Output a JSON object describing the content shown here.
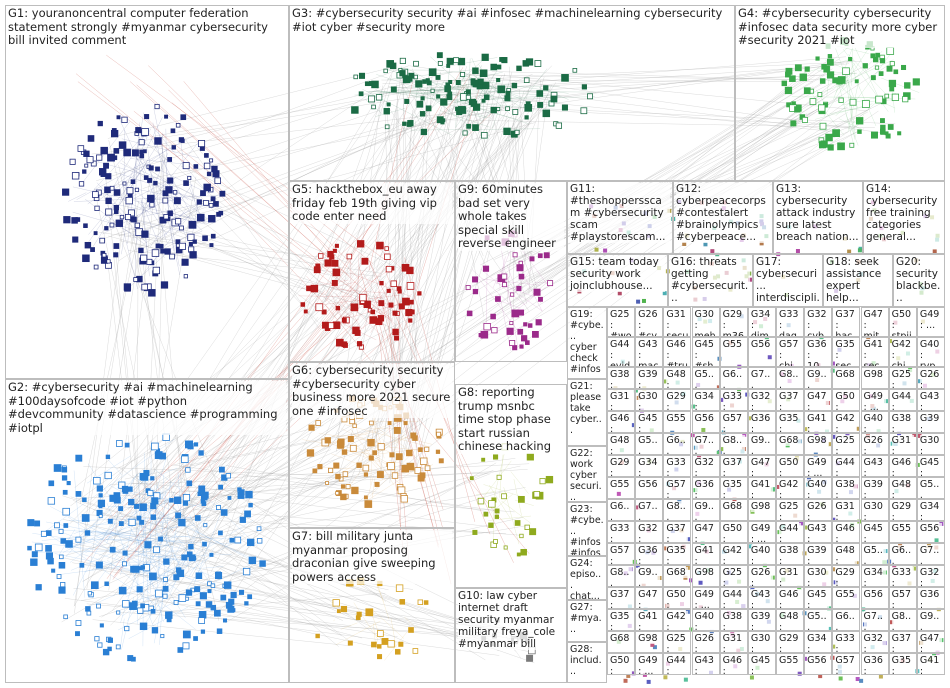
{
  "groups": [
    {
      "id": "G1",
      "label": "G1: youranoncentral computer federation statement strongly #myanmar cybersecurity bill invited comment",
      "color": "#1f2a7a"
    },
    {
      "id": "G2",
      "label": "G2: #cybersecurity #ai #machinelearning #100daysofcode #iot #python #devcommunity #datascience #programming #iotpl",
      "color": "#2a7fd4"
    },
    {
      "id": "G3",
      "label": "G3: #cybersecurity security #ai #infosec #machinelearning cybersecurity #iot cyber #security more",
      "color": "#1b6b45"
    },
    {
      "id": "G4",
      "label": "G4: #cybersecurity cybersecurity #infosec data security more cyber #security 2021 #iot",
      "color": "#3aa84a"
    },
    {
      "id": "G5",
      "label": "G5: hackthebox_eu away friday feb 19th giving vip code enter need",
      "color": "#b31b1b"
    },
    {
      "id": "G6",
      "label": "G6: cybersecurity security #cybersecurity cyber business more 2021 secure one #infosec",
      "color": "#c98a3a"
    },
    {
      "id": "G7",
      "label": "G7: bill military junta myanmar proposing draconian give sweeping powers access",
      "color": "#d4a020"
    },
    {
      "id": "G8",
      "label": "G8: reporting trump msnbc time stop phase start russian chinese hacking",
      "color": "#8faa1e"
    },
    {
      "id": "G9",
      "label": "G9: 60minutes bad set very whole takes special skill reverse engineer",
      "color": "#9b2a8a"
    },
    {
      "id": "G10",
      "label": "G10: law cyber internet draft security myanmar military freya_cole #myanmar bill",
      "color": "#7a7a7a"
    },
    {
      "id": "G11",
      "label": "G11: #theshoppersscam #cybersecurity scam #playstorescam...",
      "color": "#5a5a5a"
    },
    {
      "id": "G12",
      "label": "G12: cyberpeacecorps #contestalert #brainolympics #cyberpeace...",
      "color": "#4f7f3a"
    },
    {
      "id": "G13",
      "label": "G13: cybersecurity attack industry sure latest breach nation...",
      "color": "#5a5aa0"
    },
    {
      "id": "G14",
      "label": "G14: cybersecurity free training categories general...",
      "color": "#4a6aa0"
    },
    {
      "id": "G15",
      "label": "G15: team today security work joinclubhouse...",
      "color": "#6a8a6a"
    },
    {
      "id": "G16",
      "label": "G16: threats getting #cybersecurit...",
      "color": "#3a7a5a"
    },
    {
      "id": "G17",
      "label": "G17: cybersecuri... interdiscipli...",
      "color": "#6a6aa0"
    },
    {
      "id": "G18",
      "label": "G18: seek assistance expert help...",
      "color": "#7a6a3a"
    },
    {
      "id": "G20",
      "label": "G20: security blackbe...",
      "color": "#3a8a9a"
    },
    {
      "id": "G19",
      "label": "G19: #cybe... cyber check #infos",
      "color": "#7a4a7a"
    },
    {
      "id": "G21",
      "label": "G21: please take cyber...",
      "color": "#8a5a3a"
    },
    {
      "id": "G22",
      "label": "G22: work cyber securi...",
      "color": "#5a7a8a"
    },
    {
      "id": "G23",
      "label": "G23: #cybe... #infos #infos",
      "color": "#7a7a3a"
    },
    {
      "id": "G24",
      "label": "G24: episo... chat...",
      "color": "#6a4a8a"
    },
    {
      "id": "G27",
      "label": "G27: #mya...",
      "color": "#4a6a8a"
    },
    {
      "id": "G28",
      "label": "G28: includ...",
      "color": "#6a6a6a"
    }
  ],
  "small_groups": [
    {
      "label": "G25: #wome..."
    },
    {
      "label": "G26: #cyber..."
    },
    {
      "label": "G31: securit..."
    },
    {
      "label": "G30: mehdi..."
    },
    {
      "label": "G29: m365..."
    },
    {
      "label": "G34: dime..."
    },
    {
      "label": "G33: dag..."
    },
    {
      "label": "G32: cyber..."
    },
    {
      "label": "G37: hac... #ha..."
    },
    {
      "label": "G47: mit..."
    },
    {
      "label": "G50: stpii..."
    },
    {
      "label": "G49: ..."
    },
    {
      "label": "G44: evid..."
    },
    {
      "label": "G43: mac..."
    },
    {
      "label": "G46: #tru..."
    },
    {
      "label": "G45: #sh..."
    },
    {
      "label": "G55"
    },
    {
      "label": "G56"
    },
    {
      "label": "G57: chi..."
    },
    {
      "label": "G36: 10..."
    },
    {
      "label": "G35: sec..."
    },
    {
      "label": "G41: sec..."
    },
    {
      "label": "G42: chi..."
    },
    {
      "label": "G40: rvp..."
    },
    {
      "label": "G38: #cy..."
    },
    {
      "label": "G39: gni..."
    },
    {
      "label": "G48: fan..."
    },
    {
      "label": "G5..."
    },
    {
      "label": "G6..."
    },
    {
      "label": "G7..."
    },
    {
      "label": "G8..."
    },
    {
      "label": "G9..."
    },
    {
      "label": "G68"
    },
    {
      "label": "G98"
    }
  ],
  "colors": {
    "edge": "#9a9a9a",
    "edge_strong": "#c0392b",
    "border": "#bdbdbd",
    "bg": "#ffffff"
  }
}
